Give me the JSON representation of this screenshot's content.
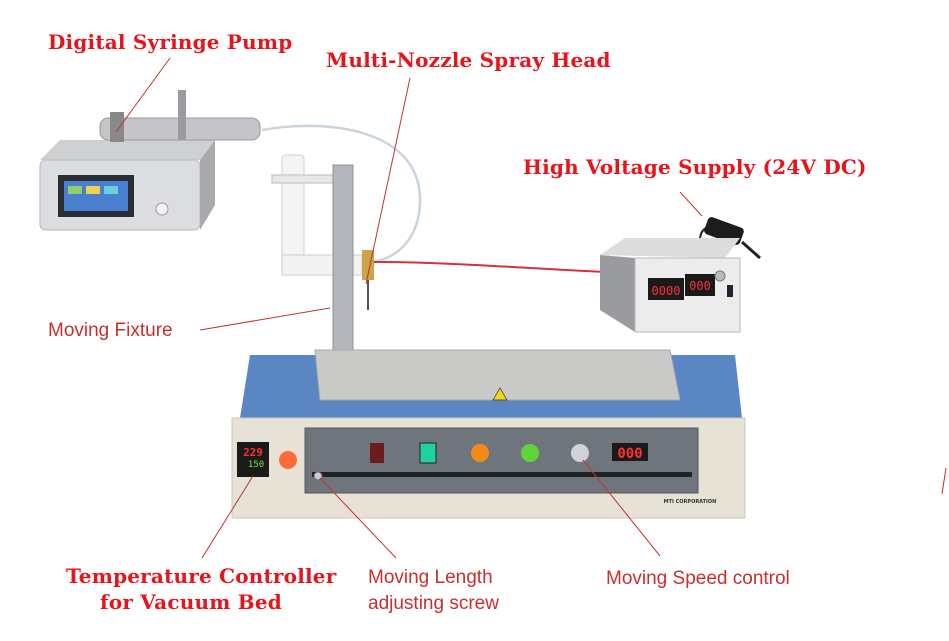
{
  "labels": {
    "syringe_pump": "Digital Syringe Pump",
    "spray_head": "Multi-Nozzle Spray Head",
    "hv_supply": "High Voltage Supply (24V DC)",
    "moving_fixture": "Moving Fixture",
    "temp_controller_line1": "Temperature Controller",
    "temp_controller_line2": "for Vacuum Bed",
    "length_screw_line1": "Moving Length",
    "length_screw_line2": "adjusting screw",
    "speed_control": "Moving Speed control"
  },
  "displays": {
    "temp_pv": "229",
    "temp_sv": "150",
    "speed": "000",
    "hv_voltage": "0000",
    "hv_current": "000"
  },
  "branding": "MTI CORPORATION",
  "colors": {
    "label_red": "#e8131b",
    "label_sans_red": "#c8302e",
    "machine_blue": "#5b86c4",
    "machine_beige": "#e6e2d6"
  }
}
